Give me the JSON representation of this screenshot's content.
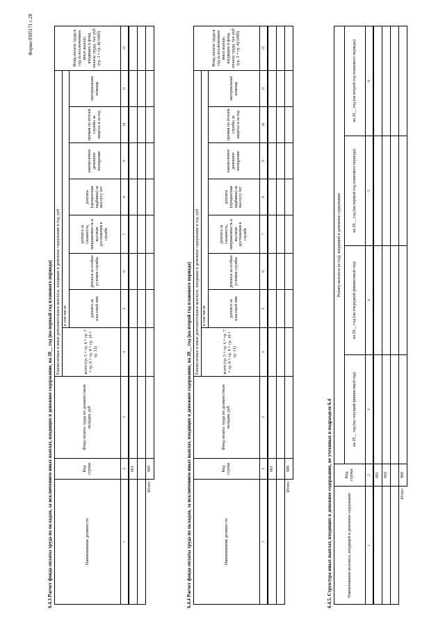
{
  "page": {
    "form_label": "Форма 0505171 с.28"
  },
  "sec643": {
    "title": "6.4.3 Расчет фонда оплаты труда по окладам, за исключением иных выплат, входящих в денежное содержание, на 20__ год (на первый год планового периода)",
    "h_name": "Наименование должности",
    "h_code": "Код строки",
    "h_fund": "Фонд оплаты труда по должностным окладам, руб",
    "h_group": "Ежемесячные и иные дополнительные выплаты, входящие в денежное содержание в год, руб",
    "h_total": "всего (гр. 5 + гр. 6 + гр. 7 + гр. 8 + гр. 9 + гр. 10 + гр. 11)",
    "h_incl": "в том числе",
    "h_c5": "доплата за классный чин",
    "h_c6": "доплата за особые условия службы",
    "h_c7": "доплата за сложность, напряженность и высокие достижения в службе",
    "h_c8": "доплата (процентная надбавка) за выслугу лет",
    "h_c9": "ежемесячное денежное поощрение",
    "h_c10": "премия по итогам службы за квартал и за год",
    "h_c11": "материальная помощь",
    "h_c12": "Фонд оплаты труда в год за исключением иных выплат, входящих в фонд оплаты труда, тыс руб (гр. 3 + гр. 4)/1000)",
    "nums": [
      "1",
      "2",
      "3",
      "4",
      "5",
      "6",
      "7",
      "8",
      "9",
      "10",
      "11",
      "12"
    ],
    "codes": [
      "001",
      "900"
    ],
    "itogo": "Итого"
  },
  "sec644": {
    "title": "6.4.4 Расчет фонда оплаты труда по окладам, за исключением иных выплат, входящих в денежное содержание, на 20__ год (на второй год планового периода)",
    "h_name": "Наименование должности",
    "h_code": "Код строки",
    "h_fund": "Фонд оплаты труда по должностным окладам, руб",
    "h_group": "Ежемесячные и иные дополнительные выплаты, входящие в денежное содержание в год, руб",
    "h_total": "всего (гр. 5 + гр. 6 + гр. 7 + гр. 8 + гр. 9 + гр. 10 + гр. 11)",
    "h_incl": "в том числе",
    "h_c5": "доплата за классный чин",
    "h_c6": "доплата за особые условия службы",
    "h_c7": "доплата за сложность, напряженность и высокие достижения в службе",
    "h_c8": "доплата (процентная надбавка) за выслугу лет",
    "h_c9": "ежемесячное денежное поощрение",
    "h_c10": "премия по итогам службы за квартал и за год",
    "h_c11": "материальная помощь",
    "h_c12": "Фонд оплаты труда в год за исключением иных выплат, входящих в фонд оплаты труда, тыс руб (гр. 3 + гр. 4)/1000)",
    "nums": [
      "1",
      "2",
      "3",
      "4",
      "5",
      "6",
      "7",
      "8",
      "9",
      "10",
      "11",
      "12"
    ],
    "codes": [
      "001",
      "900"
    ],
    "itogo": "Итого"
  },
  "sec645": {
    "title": "6.4.5. Структура иных выплат, входящих в денежное содержание, не учтенных в подразделе 6.4",
    "h_name": "Наименование выплаты, входящей в денежное содержание",
    "h_code": "Код строки",
    "h_size": "Размер выплаты (в год), входящей в денежное содержание",
    "h_y1": "на 20__ год (на текущий финансовый год)",
    "h_y2": "на 20__ год (на очередной финансовый год)",
    "h_y3": "на 20__ год (на первый год планового периода)",
    "h_y4": "на 20__ год (на второй год планового периода)",
    "nums": [
      "1",
      "2",
      "3",
      "4",
      "5",
      "6"
    ],
    "codes": [
      "001",
      "002",
      "900"
    ],
    "itogo": "Итого"
  }
}
